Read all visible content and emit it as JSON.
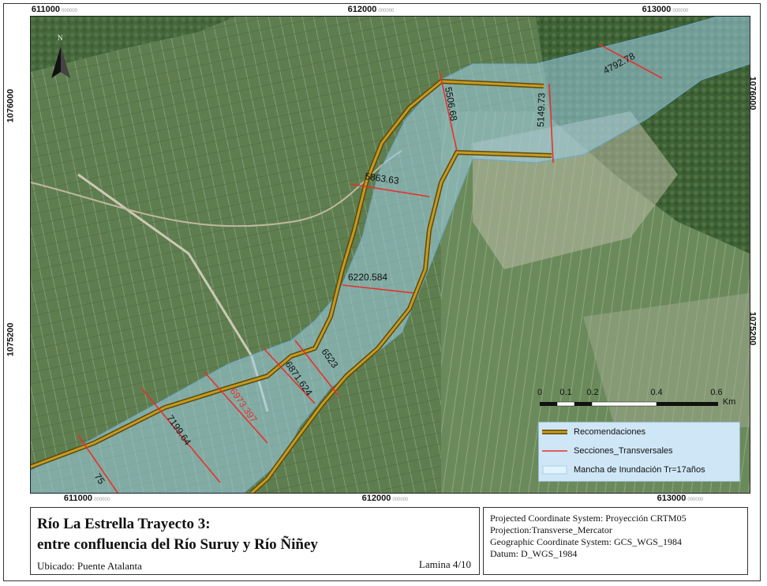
{
  "map": {
    "coords_top": [
      "611000",
      "612000",
      "613000"
    ],
    "coords_bottom": [
      "611000",
      "612000",
      "613000"
    ],
    "coords_left": [
      "1076000",
      "1075200"
    ],
    "coords_right": [
      "1076000",
      "1075200"
    ],
    "north_label": "N",
    "sections": [
      "4792.78",
      "5506.68",
      "5149.73",
      "5863.63",
      "6220.584",
      "6523",
      "6871.624",
      "6973.397",
      "7199.64",
      "75"
    ],
    "colors": {
      "recomendaciones": "#c79a1e",
      "secciones": "#e8302a",
      "mancha": "#9fd0e8",
      "vegetation": "#5d7b4f",
      "clearing": "#c8c8b8"
    }
  },
  "scale": {
    "labels": [
      "0",
      "0.1",
      "0.2",
      "0.4",
      "0.6"
    ],
    "unit": "Km"
  },
  "legend": {
    "items": [
      "Recomendaciones",
      "Secciones_Transversales",
      "Mancha de Inundación Tr=17años"
    ]
  },
  "title": {
    "line1": "Río La Estrella Trayecto 3:",
    "line2": "entre  confluencia del Río Suruy y Río Ñiñey",
    "location": "Ubicado: Puente Atalanta",
    "sheet": "Lamina 4/10"
  },
  "info": {
    "lines": [
      "Projected Coordinate System:   Proyección CRTM05",
      "Projection:Transverse_Mercator",
      "Geographic Coordinate System: GCS_WGS_1984",
      "Datum: D_WGS_1984"
    ]
  }
}
